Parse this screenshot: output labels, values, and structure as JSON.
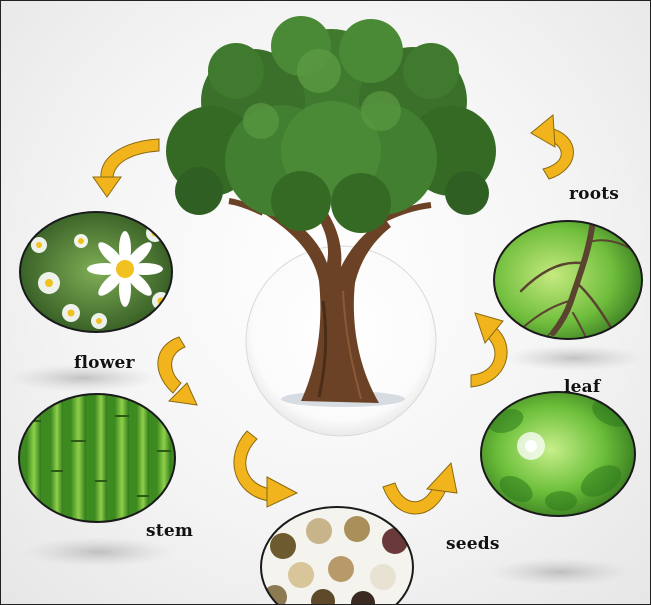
{
  "diagram": {
    "parts": [
      {
        "key": "roots",
        "label": "roots"
      },
      {
        "key": "flower",
        "label": "flower"
      },
      {
        "key": "leaf",
        "label": "leaf"
      },
      {
        "key": "stem",
        "label": "stem"
      },
      {
        "key": "seeds",
        "label": "seeds"
      }
    ]
  },
  "colors": {
    "arrow": "#f2b41c",
    "foliage": "#3f7a2e",
    "trunk": "#6b4226",
    "background": "#f4f4f4"
  }
}
